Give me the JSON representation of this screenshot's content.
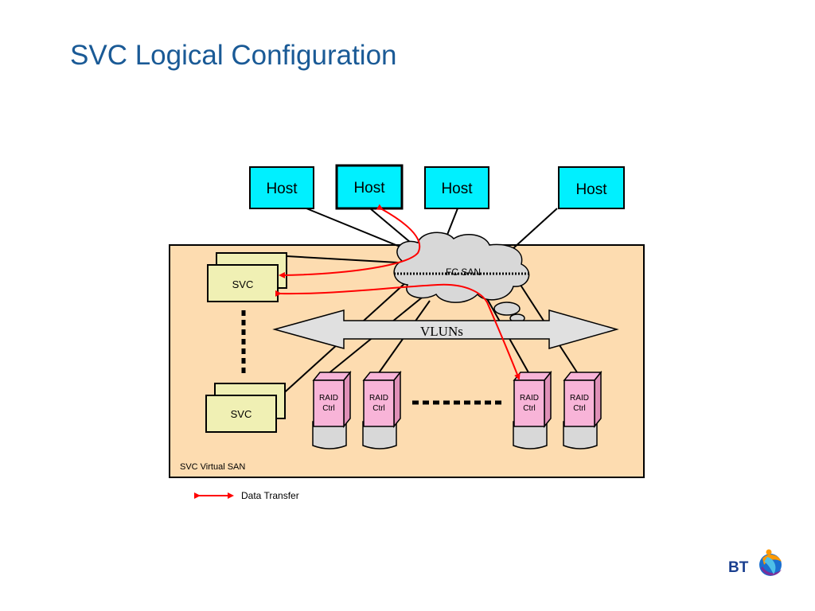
{
  "slide": {
    "title": "SVC Logical Configuration"
  },
  "diagram": {
    "hosts": [
      {
        "label": "Host"
      },
      {
        "label": "Host"
      },
      {
        "label": "Host"
      },
      {
        "label": "Host"
      }
    ],
    "fc_san_label": "FC SAN",
    "svc_nodes": [
      {
        "label": "SVC"
      },
      {
        "label": "SVC"
      }
    ],
    "vluns_label": "VLUNs",
    "raid_controllers": [
      {
        "label_line1": "RAID",
        "label_line2": "Ctrl"
      },
      {
        "label_line1": "RAID",
        "label_line2": "Ctrl"
      },
      {
        "label_line1": "RAID",
        "label_line2": "Ctrl"
      },
      {
        "label_line1": "RAID",
        "label_line2": "Ctrl"
      }
    ],
    "virtual_san_label": "SVC Virtual SAN",
    "legend": {
      "data_transfer_label": "Data Transfer"
    }
  },
  "logo": {
    "text": "BT",
    "icon": "bt-piper-icon"
  },
  "colors": {
    "title": "#1a5a96",
    "host_fill": "#00f0ff",
    "san_fill": "#fddcb0",
    "svc_fill": "#f0f0b4",
    "raid_fill": "#f8b4d8",
    "disk_fill": "#d8d8d8",
    "arrow_fill": "#e0e0e0",
    "data_transfer": "#ff0000"
  }
}
